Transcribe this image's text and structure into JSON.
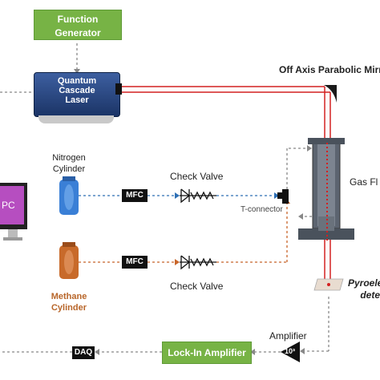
{
  "function_generator": {
    "line1": "Function",
    "line2": "Generator"
  },
  "laser": {
    "line1": "Quantum",
    "line2": "Cascade",
    "line3": "Laser"
  },
  "mirror_label": "Off Axis Parabolic Mirro",
  "gas_flow_label": "Gas Fl",
  "nitrogen": {
    "line1": "Nitrogen",
    "line2": "Cylinder"
  },
  "methane": {
    "line1": "Methane",
    "line2": "Cylinder"
  },
  "mfc_top": "MFC",
  "mfc_bottom": "MFC",
  "check_valve_top": "Check Valve",
  "check_valve_bottom": "Check Valve",
  "t_connector": "T-connector",
  "pc_label": "PC",
  "pyro": {
    "line1": "Pyroele",
    "line2": "dete"
  },
  "amplifier_label": "Amplifier",
  "amplifier_gain": "10³",
  "lockin_label": "Lock-In Amplifier",
  "daq_label": "DAQ",
  "colors": {
    "green": "#77b345",
    "laser_red": "#d42020",
    "dash_blue": "#2d6fb5",
    "dash_orange": "#c8652a",
    "dash_gray": "#888888"
  }
}
